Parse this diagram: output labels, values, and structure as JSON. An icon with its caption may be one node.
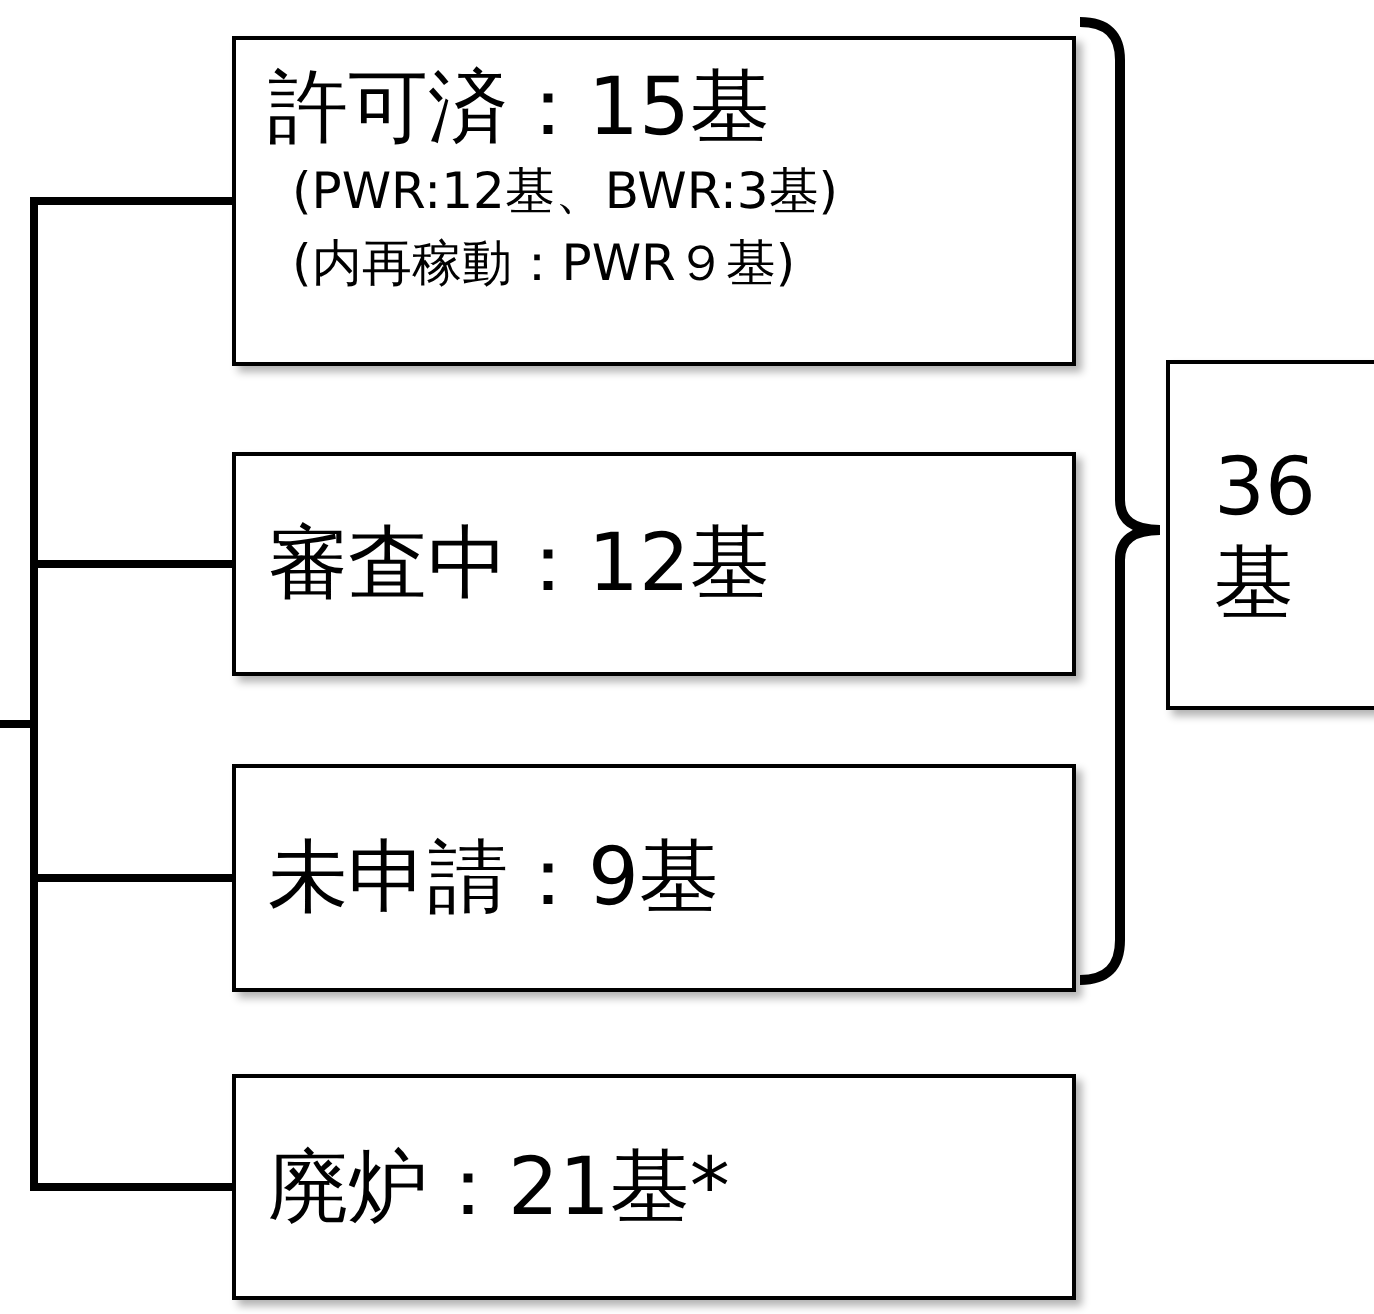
{
  "diagram": {
    "nodes": [
      {
        "text": [
          "許可済：15基",
          "(PWR:12基、BWR:3基)",
          "(内再稼動：PWR９基)"
        ]
      },
      {
        "text": [
          "審査中：12基"
        ]
      },
      {
        "text": [
          "未申請：9基"
        ]
      },
      {
        "text": [
          "廃炉：21基*"
        ]
      },
      {
        "text": [
          "36基"
        ]
      }
    ],
    "edges": [
      {
        "from": null,
        "to": 0,
        "arrow": "none"
      },
      {
        "from": null,
        "to": 1,
        "arrow": "none"
      },
      {
        "from": null,
        "to": 2,
        "arrow": "none"
      },
      {
        "from": null,
        "to": 3,
        "arrow": "none"
      }
    ]
  }
}
